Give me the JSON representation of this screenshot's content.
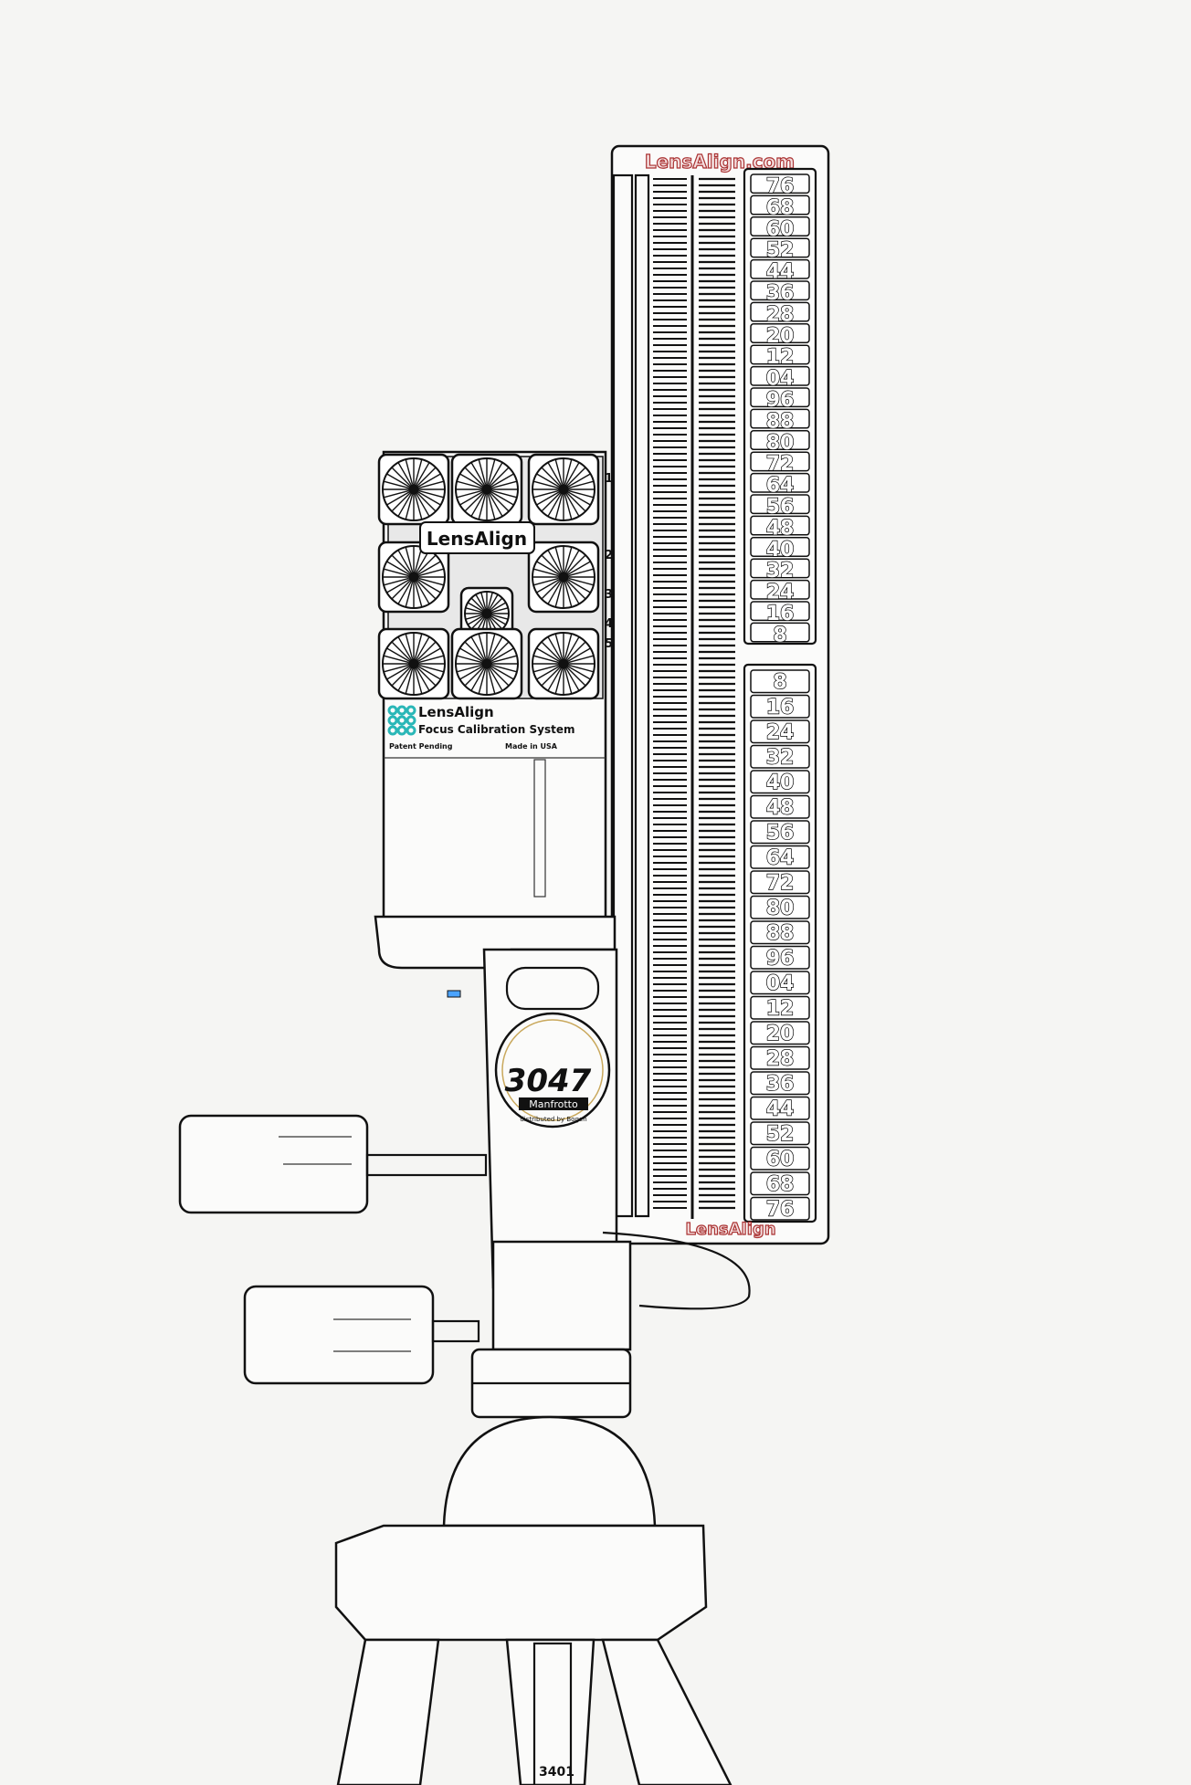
{
  "ruler": {
    "brand_top": "LensAlign.com",
    "brand_bottom": "LensAlign",
    "top_scale": [
      "76",
      "68",
      "60",
      "52",
      "44",
      "36",
      "28",
      "20",
      "12",
      "04",
      "96",
      "88",
      "80",
      "72",
      "64",
      "56",
      "48",
      "40",
      "32",
      "24",
      "16",
      "8"
    ],
    "bottom_scale": [
      "8",
      "16",
      "24",
      "32",
      "40",
      "48",
      "56",
      "64",
      "72",
      "80",
      "88",
      "96",
      "04",
      "12",
      "20",
      "28",
      "36",
      "44",
      "52",
      "60",
      "68",
      "76"
    ]
  },
  "card": {
    "logo": "LensAlign",
    "logo_small": "LensAlign",
    "subtitle": "Focus Calibration System",
    "patent": "Patent Pending",
    "made": "Made in USA",
    "side_numbers": [
      "1",
      "2",
      "3",
      "4",
      "5"
    ],
    "logo_color": "#2ab7b7"
  },
  "dial": {
    "model": "3047",
    "brand": "Manfrotto",
    "tag": "distributed by Bogen"
  },
  "tripod": {
    "label": "3401"
  }
}
